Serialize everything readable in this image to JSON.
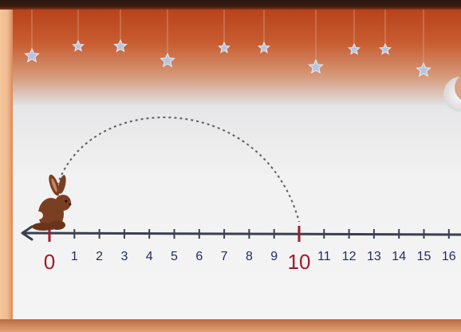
{
  "number_line": {
    "labels": [
      "0",
      "1",
      "2",
      "3",
      "4",
      "5",
      "6",
      "7",
      "8",
      "9",
      "10",
      "11",
      "12",
      "13",
      "14",
      "15",
      "16"
    ],
    "highlighted": [
      "0",
      "10"
    ],
    "jump": {
      "from": 0,
      "to": 10
    }
  },
  "icons": {
    "character": "rabbit-icon",
    "decoration": "star-icon"
  },
  "colors": {
    "sky": "#c85d31",
    "board": "#f2f2f2",
    "number_blue": "#1f2b6e",
    "number_red": "#a31a2a",
    "star": "#b7c4dc",
    "rabbit": "#7a3f22"
  }
}
